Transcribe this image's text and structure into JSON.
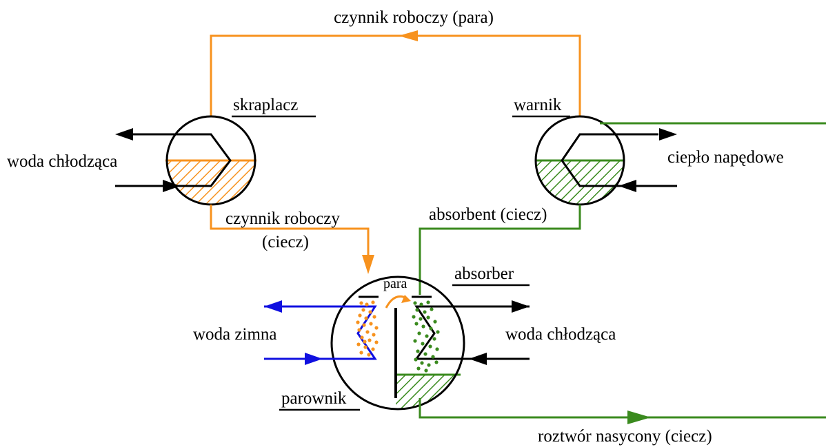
{
  "colors": {
    "refrigerant": "#F7921E",
    "absorbent": "#3A8A1E",
    "chilled_water": "#1010E0",
    "line": "#000000"
  },
  "labels": {
    "vapor_line": "czynnik roboczy (para)",
    "condenser": "skraplacz",
    "generator": "warnik",
    "cooling_water_top": "woda chłodząca",
    "driving_heat": "ciepło napędowe",
    "refrigerant_liquid_1": "czynnik roboczy",
    "refrigerant_liquid_2": "(ciecz)",
    "absorbent_liquid": "absorbent (ciecz)",
    "vapor": "para",
    "absorber": "absorber",
    "cold_water": "woda zimna",
    "cooling_water_bottom": "woda chłodząca",
    "evaporator": "parownik",
    "saturated_solution": "roztwór nasycony (ciecz)"
  },
  "icons": {
    "condenser": "heat-exchanger-coil-icon",
    "generator": "heat-exchanger-coil-icon",
    "absorber_evaporator": "absorber-evaporator-vessel-icon"
  }
}
